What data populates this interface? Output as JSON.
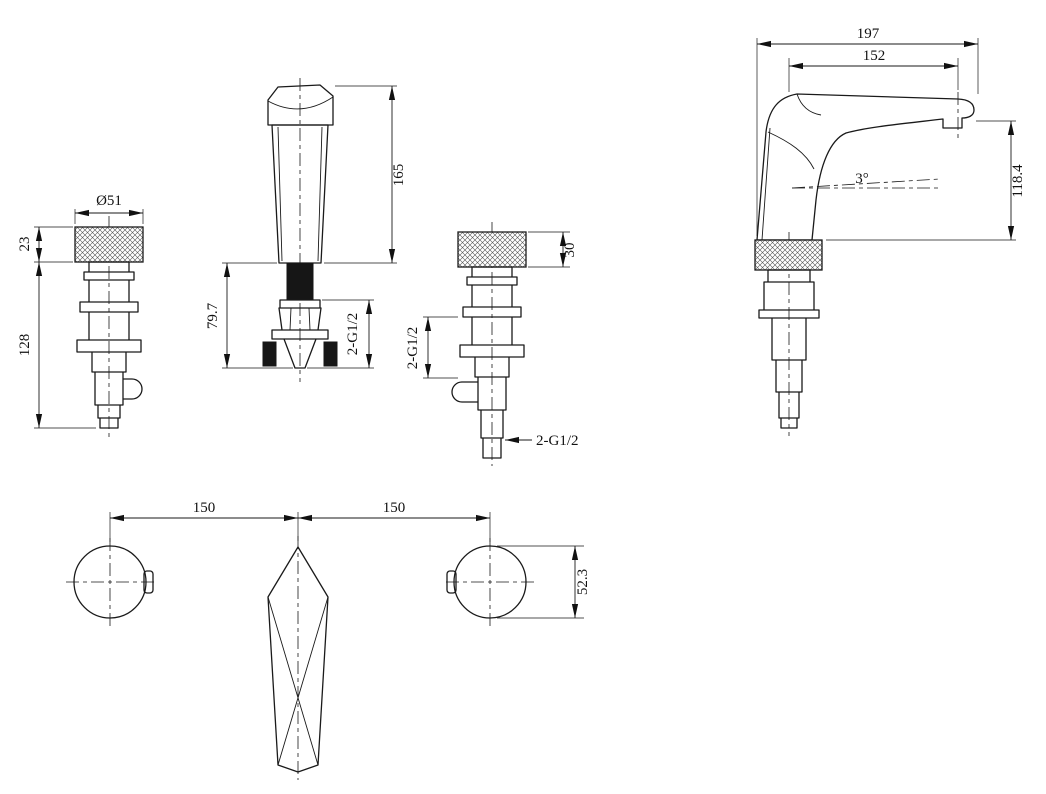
{
  "drawing": {
    "type": "technical-dimension-drawing",
    "subject": "three-hole basin faucet with two handles and spout",
    "background_color": "#ffffff",
    "line_color": "#1a1a1a"
  },
  "views": {
    "handle_front": {
      "dim_diameter": "Ø51",
      "dim_knurl_height": "23",
      "dim_body_height": "128"
    },
    "spout_front": {
      "dim_height": "165",
      "dim_under_counter": "79.7",
      "dim_thread": "2-G1/2"
    },
    "valve_side": {
      "dim_knurl_height": "30",
      "dim_thread_side": "2-G1/2",
      "dim_thread_bottom": "2-G1/2"
    },
    "spout_side": {
      "dim_overall_length": "197",
      "dim_reach": "152",
      "dim_spout_height": "118.4",
      "dim_angle": "3°"
    },
    "plan": {
      "dim_left_pitch": "150",
      "dim_right_pitch": "150",
      "dim_handle_diameter": "52.3"
    }
  }
}
